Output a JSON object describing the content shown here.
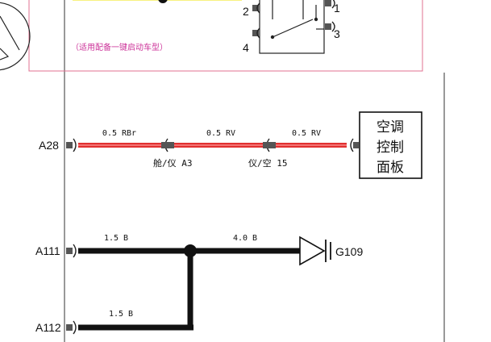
{
  "relay": {
    "pin_2": "2",
    "pin_4": "4",
    "pin_1": "1",
    "pin_3": "3",
    "note": "（适用配备一键启动车型）",
    "box_color": "#e07090",
    "wire_color": "#f2e600"
  },
  "a28_circuit": {
    "pin": "A28",
    "wire_color": "#e03030",
    "segments": [
      {
        "gauge": "0.5 RBr"
      },
      {
        "gauge": "0.5 RV"
      },
      {
        "gauge": "0.5 RV"
      }
    ],
    "connectors": [
      {
        "label": "舱/仪 A3"
      },
      {
        "label": "仪/空 15"
      }
    ],
    "device": {
      "line1": "空调",
      "line2": "控制",
      "line3": "面板"
    }
  },
  "ground_circuit": {
    "pin_a111": "A111",
    "pin_a112": "A112",
    "gauge_a111": "1.5 B",
    "gauge_a112": "1.5 B",
    "gauge_main": "4.0 B",
    "ground": "G109",
    "wire_color": "#111111"
  }
}
